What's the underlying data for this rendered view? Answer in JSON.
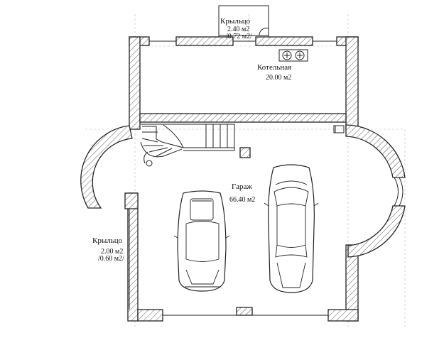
{
  "rooms": {
    "porch_top": {
      "name": "Крыльцо",
      "area": "2.40 м2",
      "area2": "/0.72 м2/"
    },
    "boiler": {
      "name": "Котельная",
      "area": "20.00 м2"
    },
    "garage": {
      "name": "Гараж",
      "area": "66.40 м2"
    },
    "porch_left": {
      "name": "Крыльцо",
      "area": "2.00 м2",
      "area2": "/0.60 м2/"
    }
  },
  "icons": [
    "boiler-fixture-icon",
    "stair-icon",
    "column-icon",
    "car-icon",
    "drain-icon"
  ]
}
